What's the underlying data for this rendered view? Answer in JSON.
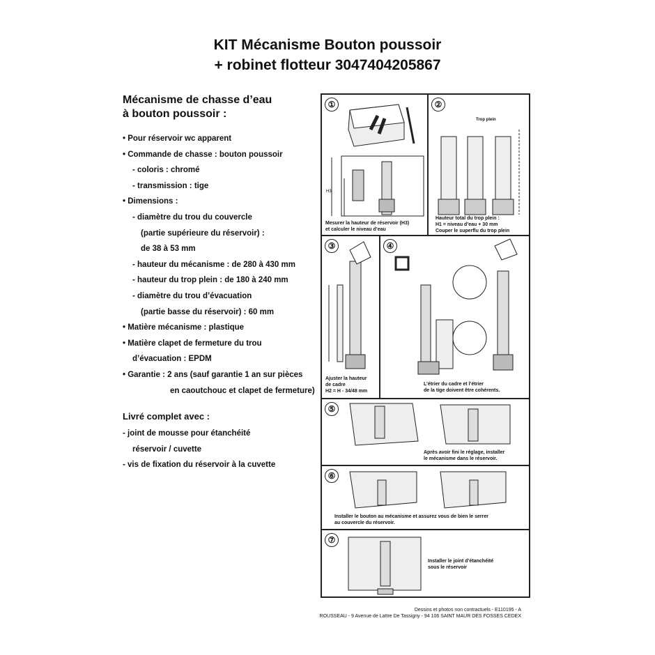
{
  "title": {
    "line1": "KIT Mécanisme Bouton poussoir",
    "line2": "+ robinet flotteur 3047404205867"
  },
  "left": {
    "heading_line1": "Mécanisme de chasse d’eau",
    "heading_line2": "à bouton poussoir :",
    "specs": [
      "• Pour réservoir wc apparent",
      "• Commande de chasse : bouton poussoir",
      "- coloris : chromé",
      "- transmission : tige",
      "• Dimensions :",
      "- diamètre du trou du couvercle",
      "(partie supérieure du réservoir) :",
      "de 38 à 53 mm",
      "- hauteur du mécanisme : de 280 à 430 mm",
      "- hauteur du trop plein : de 180 à 240 mm",
      "- diamètre du trou d’évacuation",
      "(partie basse du réservoir) : 60 mm",
      "• Matière mécanisme : plastique",
      "• Matière clapet de fermeture du trou",
      "d’évacuation : EPDM",
      "• Garantie : 2 ans (sauf garantie 1 an sur pièces",
      "en caoutchouc et clapet de fermeture)"
    ],
    "included_heading": "Livré complet avec :",
    "included": [
      "- joint de mousse pour étanchéité",
      "réservoir / cuvette",
      "- vis de fixation du réservoir à la cuvette"
    ]
  },
  "panels": {
    "p1": {
      "num": "①",
      "caption1": "Mesurer la hauteur de réservoir (H3)",
      "caption2": "et calculer le niveau d’eau"
    },
    "p2": {
      "num": "②",
      "label_top": "Trop plein",
      "caption1": "Hauteur total du trop plein :",
      "caption2": "H1 = niveau d’eau + 30 mm",
      "caption3": "Couper le superflu du trop plein"
    },
    "p3": {
      "num": "③",
      "caption1": "Ajuster la hauteur",
      "caption2": "de cadre",
      "caption3": "H2 = H - 34/48 mm"
    },
    "p4": {
      "num": "④",
      "caption1": "L’étrier du cadre et l’étrier",
      "caption2": "de la tige doivent être cohérents."
    },
    "p5": {
      "num": "⑤",
      "caption1": "Après avoir fini le réglage, installer",
      "caption2": "le mécanisme dans le réservoir."
    },
    "p6": {
      "num": "⑥",
      "caption1": "Installer le bouton au mécanisme et assurez vous de bien le serrer",
      "caption2": "au couvercle du réservoir."
    },
    "p7": {
      "num": "⑦",
      "caption1": "Installer le joint d’étanchéité",
      "caption2": "sous le réservoir"
    }
  },
  "footer": {
    "line1": "Dessins et photos non contractuels - E110195 - A",
    "line2": "ROUSSEAU - 9 Avenue de Lattre De Tassigny - 94 106 SAINT MAUR DES FOSSES CEDEX"
  }
}
